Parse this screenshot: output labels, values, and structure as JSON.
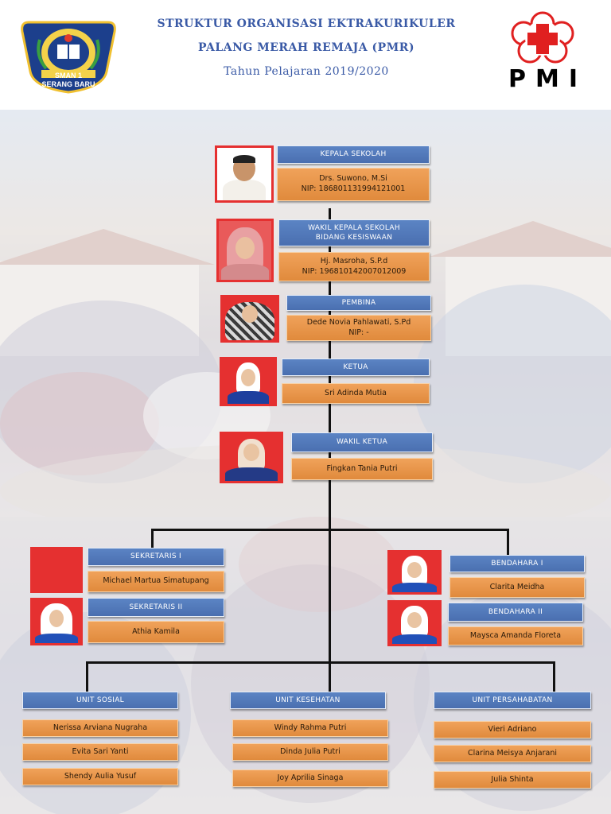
{
  "header": {
    "title_line1": "STRUKTUR ORGANISASI EKTRAKURIKULER",
    "title_line2": "PALANG MERAH REMAJA (PMR)",
    "title_line3": "Tahun Pelajaran 2019/2020",
    "school_logo_text_line1": "SMAN 1",
    "school_logo_text_line2": "SERANG BARU",
    "pmi_logo_text": "PMI"
  },
  "colors": {
    "title_blue": "#3a5aa6",
    "label_blue": "#4a6fb0",
    "label_orange": "#e08a3c",
    "photo_frame_red": "#e53030",
    "pmi_red": "#e02020"
  },
  "chain": [
    {
      "role": "KEPALA SEKOLAH",
      "name": "Drs. Suwono, M.Si",
      "nip": "NIP: 186801131994121001"
    },
    {
      "role_line1": "WAKIL KEPALA SEKOLAH",
      "role_line2": "BIDANG KESISWAAN",
      "name": "Hj. Masroha, S.P.d",
      "nip": "NIP: 196810142007012009"
    },
    {
      "role": "PEMBINA",
      "name": "Dede Novia Pahlawati, S.Pd",
      "nip": "NIP:   -"
    },
    {
      "role": "KETUA",
      "name": "Sri Adinda Mutia"
    },
    {
      "role": "WAKIL KETUA",
      "name": "Fingkan Tania Putri"
    }
  ],
  "left_officers": [
    {
      "role": "SEKRETARIS I",
      "name": "Michael Martua Simatupang"
    },
    {
      "role": "SEKRETARIS II",
      "name": "Athia Kamila"
    }
  ],
  "right_officers": [
    {
      "role": "BENDAHARA I",
      "name": "Clarita Meidha"
    },
    {
      "role": "BENDAHARA II",
      "name": "Maysca Amanda Floreta"
    }
  ],
  "units": [
    {
      "role": "UNIT SOSIAL",
      "members": [
        "Nerissa  Arviana Nugraha",
        "Evita Sari Yanti",
        "Shendy Aulia Yusuf"
      ]
    },
    {
      "role": "UNIT KESEHATAN",
      "members": [
        "Windy Rahma Putri",
        "Dinda Julia Putri",
        "Joy Aprilia Sinaga"
      ]
    },
    {
      "role": "UNIT PERSAHABATAN",
      "members": [
        "Vieri Adriano",
        "Clarina Meisya Anjarani",
        "Julia Shinta"
      ]
    }
  ]
}
